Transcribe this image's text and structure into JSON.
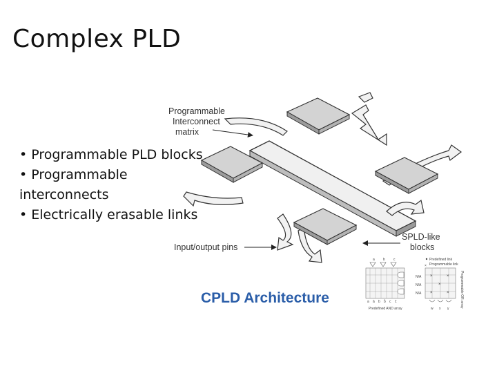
{
  "slide": {
    "title": "Complex PLD",
    "bullets": [
      "• Programmable PLD blocks",
      "• Programmable interconnects",
      "• Electrically erasable links"
    ]
  },
  "diagram": {
    "labels": {
      "interconnect_1": "Programmable",
      "interconnect_2": "Interconnect",
      "interconnect_3": "matrix",
      "io_pins": "Input/output pins",
      "spld_1": "SPLD-like",
      "spld_2": "blocks"
    },
    "caption": "CPLD Architecture",
    "inset": {
      "legend_predefined": "Predefined link",
      "legend_programmable": "Programmable link",
      "na": "N/A",
      "and_array": "Predefined AND array",
      "or_array": "Programmable OR array",
      "inputs": [
        "a",
        "b",
        "c"
      ],
      "columns": [
        "a",
        "ā",
        "b",
        "b̄",
        "c",
        "c̄"
      ],
      "outputs": [
        "w",
        "x",
        "y"
      ]
    },
    "colors": {
      "caption": "#2a5da8",
      "block": "#cfcfcf",
      "bus": "#ececec"
    }
  }
}
